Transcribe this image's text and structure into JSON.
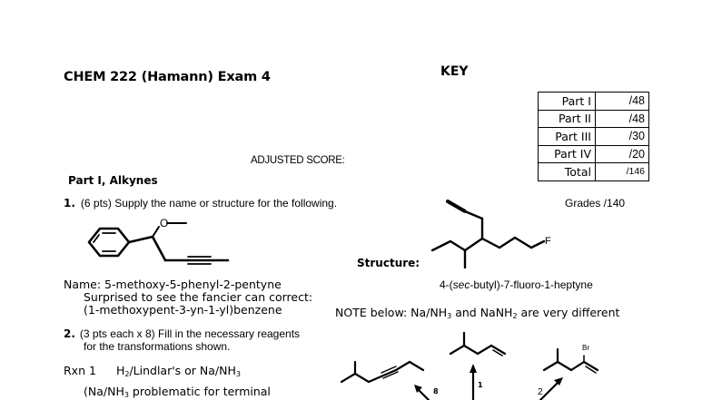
{
  "header": {
    "title": "CHEM 222 (Hamann) Exam 4",
    "key_label": "KEY",
    "adjusted_score_label": "ADJUSTED SCORE:"
  },
  "score_table": {
    "rows": [
      {
        "label": "Part I",
        "value": "/48"
      },
      {
        "label": "Part II",
        "value": "/48"
      },
      {
        "label": "Part III",
        "value": "/30"
      },
      {
        "label": "Part IV",
        "value": "/20"
      },
      {
        "label": "Total",
        "value": "/146"
      }
    ],
    "grades_label": "Grades /140"
  },
  "part1": {
    "heading": "Part I, Alkynes",
    "q1": {
      "number": "1.",
      "prompt": "(6 pts) Supply the name or structure for the following.",
      "name_line": "Name: 5-methoxy-5-phenyl-2-pentyne",
      "note_line1": "Surprised to see the fancier can correct:",
      "note_line2": "(1-methoxypent-3-yn-1-yl)benzene",
      "structure_label": "Structure:",
      "structure_name_pre": "4-(",
      "structure_name_italic": "sec",
      "structure_name_post": "-butyl)-7-fluoro-1-heptyne",
      "molecule_labels": {
        "oxygen": "O",
        "fluorine": "F"
      }
    },
    "q2": {
      "number": "2.",
      "prompt_line1": "(3 pts each x 8) Fill in the necessary reagents",
      "prompt_line2": "for the transformations shown.",
      "rxn1_label": "Rxn 1",
      "rxn1_answer_a": "H",
      "rxn1_answer_b": "/Lindlar's or Na/NH",
      "rxn1_note_a": "(Na/NH",
      "rxn1_note_b": " problematic for terminal",
      "sub2": "2",
      "sub3": "3",
      "note_a": "NOTE below: Na/NH",
      "note_b": " and NaNH",
      "note_c": " are very different",
      "arrow_labels": {
        "a1": "1",
        "a2": "2",
        "a8": "8"
      },
      "bromine_label": "Br"
    }
  }
}
